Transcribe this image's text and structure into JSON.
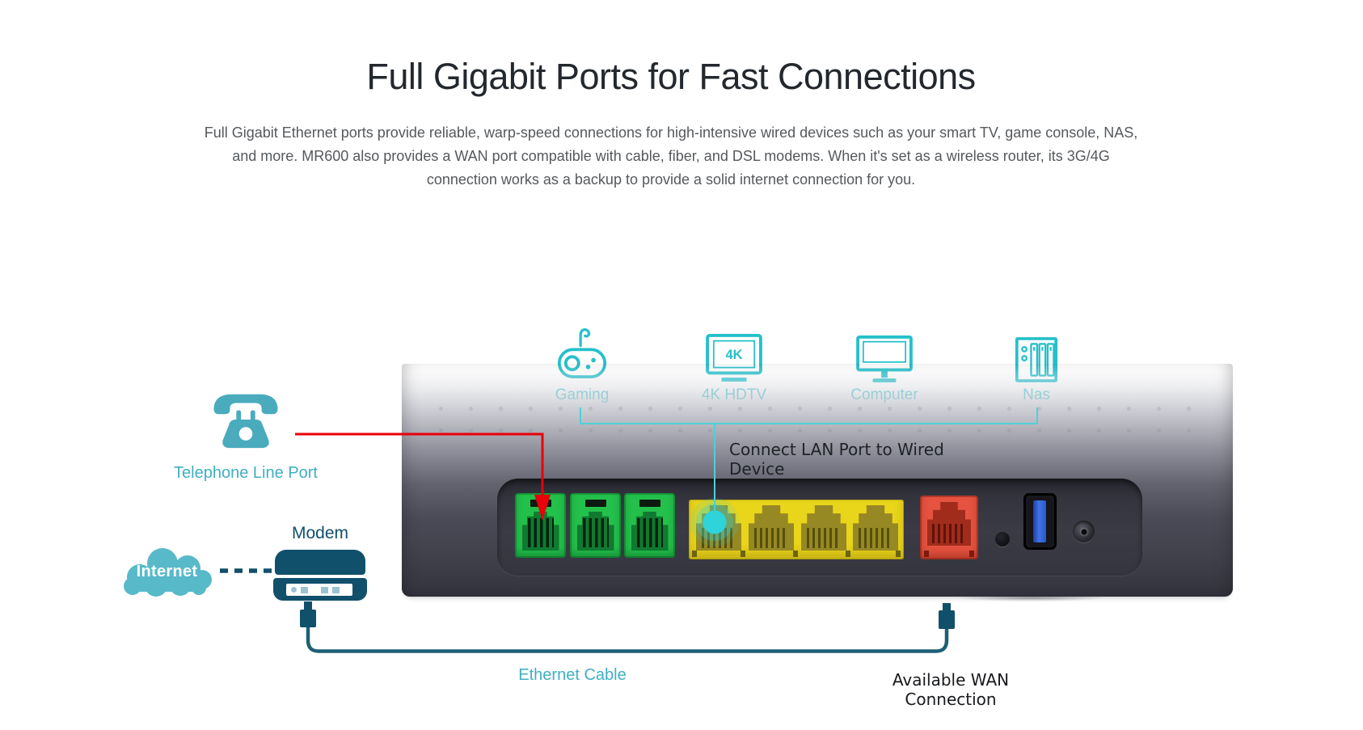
{
  "header": {
    "title": "Full Gigabit Ports for Fast Connections",
    "description": "Full Gigabit Ethernet ports provide reliable, warp-speed connections for high-intensive wired devices such as your smart TV, game console, NAS, and more. MR600 also provides a WAN port compatible with cable, fiber, and DSL modems. When it's set as a wireless router, its 3G/4G connection works as a backup to provide a solid internet connection for you."
  },
  "devices": [
    {
      "label": "Gaming",
      "icon": "game-controller"
    },
    {
      "label": "4K HDTV",
      "icon": "tv",
      "icon_text": "4K"
    },
    {
      "label": "Computer",
      "icon": "monitor"
    },
    {
      "label": "Nas",
      "icon": "nas-server"
    }
  ],
  "callouts": {
    "lan": "Connect LAN Port to Wired Device",
    "telephone": "Telephone Line Port",
    "modem": "Modem",
    "internet": "Internet",
    "ethernet_cable": "Ethernet Cable",
    "wan": "Available WAN Connection"
  },
  "router": {
    "phone_ports": 3,
    "lan_ports": 4,
    "wan_ports": 1,
    "has_usb_port": true,
    "has_wps_button": true,
    "has_power_jack": true
  },
  "colors": {
    "cyan": "#25c0ca",
    "teal": "#3fafc2",
    "teal-solid": "#4aabbd",
    "navy": "#11506b",
    "cable": "#1d5f76",
    "red": "#e8000b",
    "title-ink": "#23282e",
    "body-ink": "#55595d",
    "port-green": "#23c14b",
    "port-yellow": "#e9d51a",
    "port-red": "#e65340",
    "usb-blue": "#3f74e8",
    "glow": "#2fd3da"
  }
}
